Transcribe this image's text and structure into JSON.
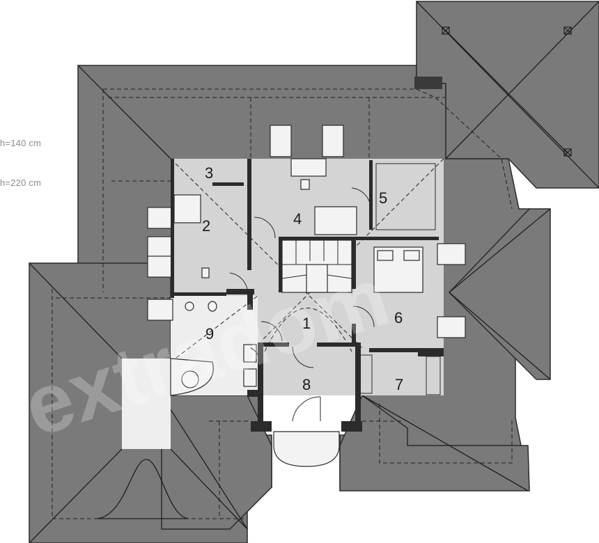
{
  "notes": {
    "height_low": "h=140 cm",
    "height_high": "h=220 cm"
  },
  "rooms": [
    {
      "id": "room-1",
      "label": "1"
    },
    {
      "id": "room-2",
      "label": "2"
    },
    {
      "id": "room-3",
      "label": "3"
    },
    {
      "id": "room-4",
      "label": "4"
    },
    {
      "id": "room-5",
      "label": "5"
    },
    {
      "id": "room-6",
      "label": "6"
    },
    {
      "id": "room-7",
      "label": "7"
    },
    {
      "id": "room-8",
      "label": "8"
    },
    {
      "id": "room-9",
      "label": "9"
    }
  ],
  "colors": {
    "roof": "#7a7a7a",
    "room": "#d4d4d4",
    "wall": "#2b2b2b",
    "background": "#ffffff"
  }
}
